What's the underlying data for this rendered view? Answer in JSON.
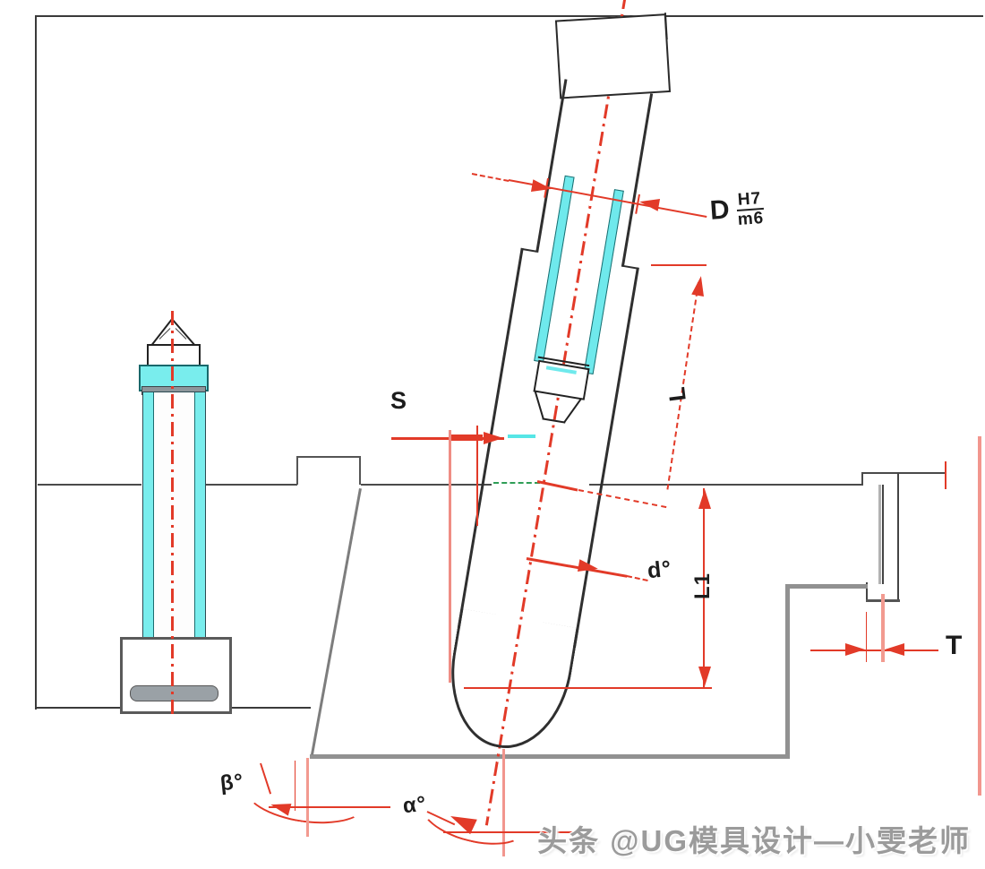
{
  "labels": {
    "fit_prefix": "D",
    "fit_upper": "H7",
    "fit_lower": "m6",
    "stroke": "S",
    "length": "L",
    "length_sub": "L1",
    "clearance": "T",
    "pin_dia": "d°",
    "alpha": "α°",
    "beta": "β°"
  },
  "watermark": {
    "text": "头条 @UG模具设计—小雯老师"
  },
  "colors": {
    "dimension_red": "#e23a28",
    "highlight_cyan": "#6fe9ec",
    "parting_green": "#2f9e57",
    "ghost_pink": "#f2968e",
    "outline_dark": "#2f2f2f",
    "plate_gray": "#919191"
  }
}
